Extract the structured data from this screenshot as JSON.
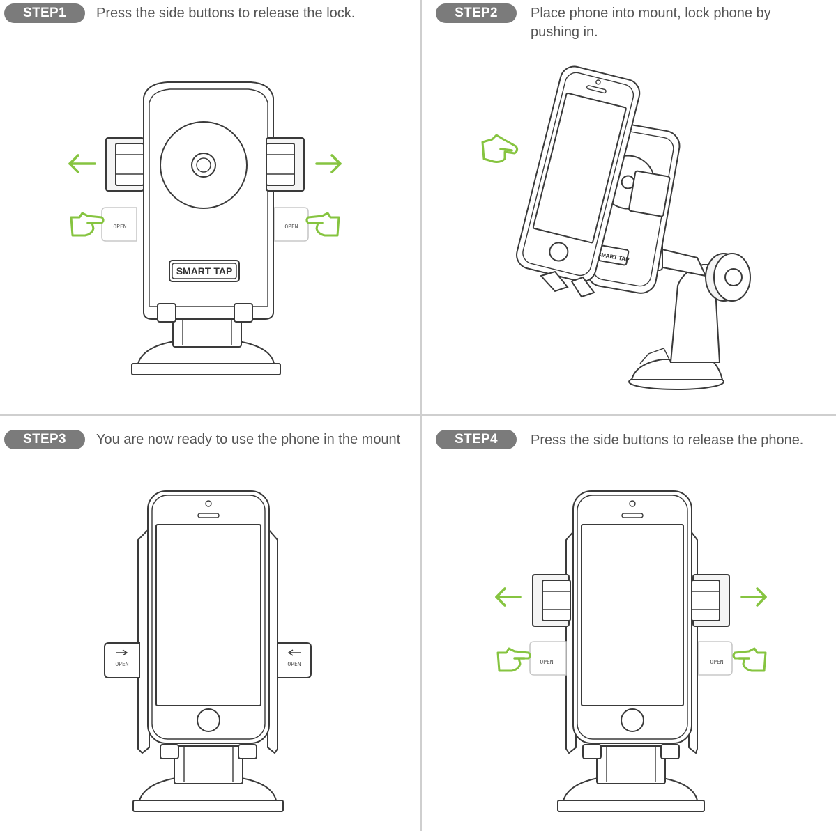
{
  "steps": [
    {
      "badge": "STEP1",
      "text": "Press the side buttons to release the lock."
    },
    {
      "badge": "STEP2",
      "text": "Place phone into mount, lock phone by pushing in."
    },
    {
      "badge": "STEP3",
      "text": "You are now ready to use the phone in the mount"
    },
    {
      "badge": "STEP4",
      "text": "Press the side buttons to release the phone."
    }
  ],
  "labels": {
    "brand": "SMART TAP",
    "open": "OPEN"
  },
  "colors": {
    "badge": "#7b7b7b",
    "accent_green": "#86c440",
    "caption": "#555555",
    "divider": "#cfcfcf"
  }
}
